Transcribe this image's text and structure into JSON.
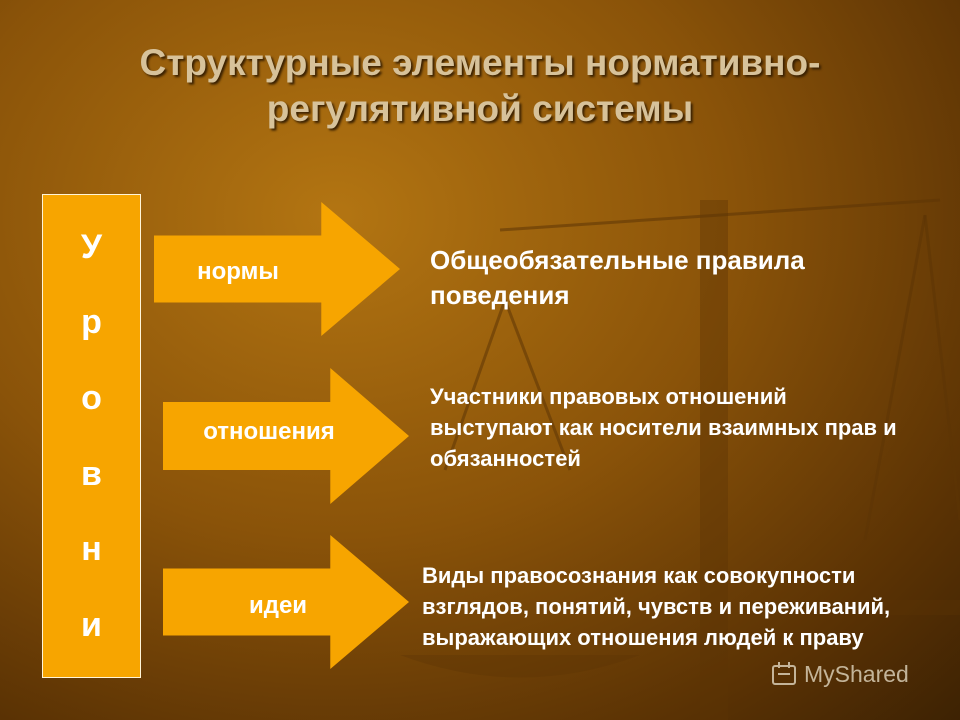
{
  "title": "Структурные элементы нормативно-регулятивной системы",
  "levels_letters": [
    "У",
    "р",
    "о",
    "в",
    "н",
    "и"
  ],
  "arrows": [
    {
      "label": "нормы",
      "description": "Общеобязательные правила поведения"
    },
    {
      "label": "отношения",
      "description": "Участники правовых отношений выступают как носители взаимных прав и обязанностей"
    },
    {
      "label": "идеи",
      "description": "Виды правосознания как совокупности взглядов, понятий, чувств и переживаний, выражающих отношения людей к праву"
    }
  ],
  "watermark": "MyShared",
  "watermark_icon": "logo-icon",
  "colors": {
    "accent": "#f7a500",
    "background": "#8a5309",
    "title": "#d7c29a"
  }
}
